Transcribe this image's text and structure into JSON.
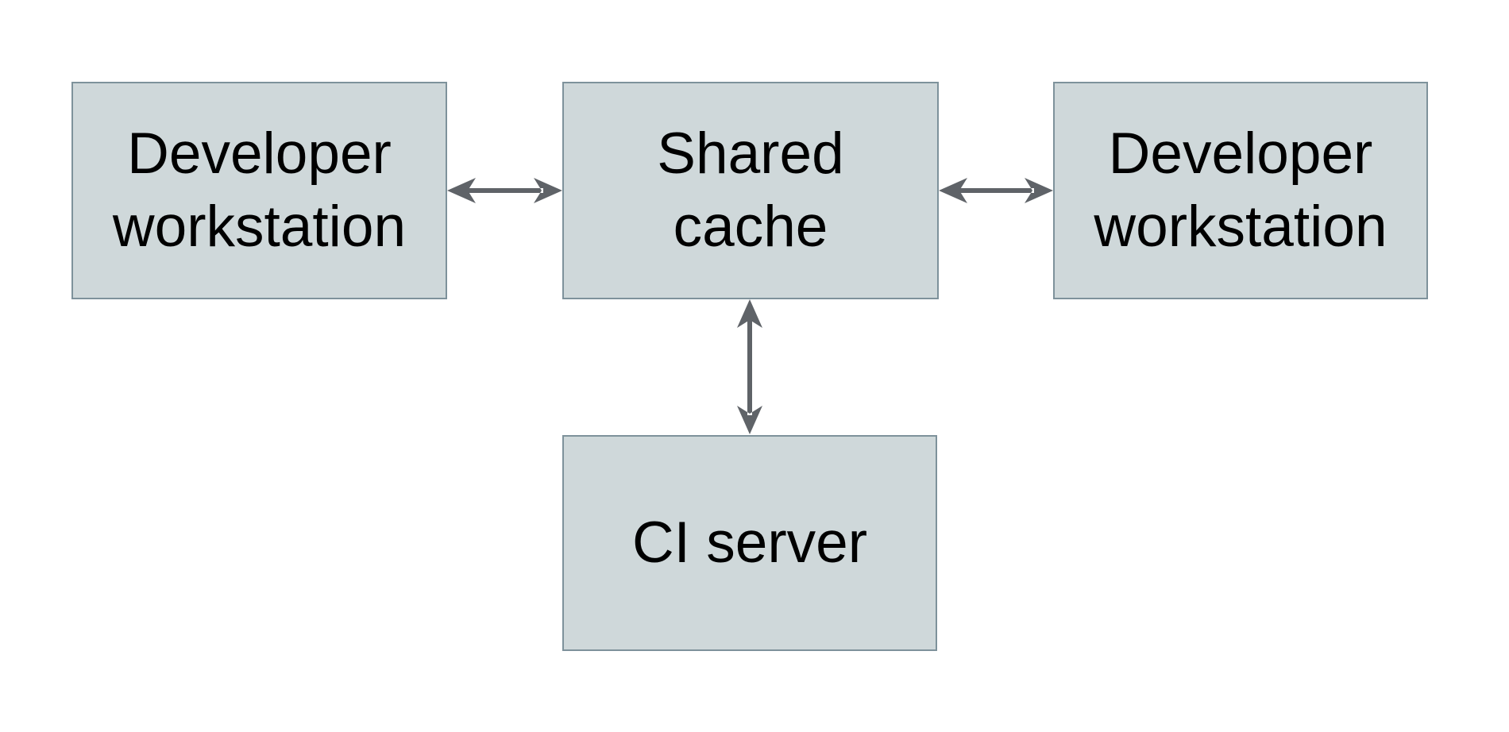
{
  "colors": {
    "background": "#ffffff",
    "node_fill": "#cfd8da",
    "node_border": "#7e929b",
    "arrow": "#5f6368",
    "text": "#000000"
  },
  "nodes": {
    "developer_workstation_left": {
      "label": "Developer workstation",
      "lines": [
        "Developer",
        "workstation"
      ]
    },
    "shared_cache": {
      "label": "Shared cache",
      "lines": [
        "Shared",
        "cache"
      ]
    },
    "developer_workstation_right": {
      "label": "Developer workstation",
      "lines": [
        "Developer",
        "workstation"
      ]
    },
    "ci_server": {
      "label": "CI server",
      "lines": [
        "CI server"
      ]
    }
  },
  "edges": [
    {
      "from": "developer-workstation-left",
      "to": "shared-cache",
      "style": "double-headed-arrow",
      "orientation": "horizontal"
    },
    {
      "from": "shared-cache",
      "to": "developer-workstation-right",
      "style": "double-headed-arrow",
      "orientation": "horizontal"
    },
    {
      "from": "shared-cache",
      "to": "ci-server",
      "style": "double-headed-arrow",
      "orientation": "vertical"
    }
  ]
}
